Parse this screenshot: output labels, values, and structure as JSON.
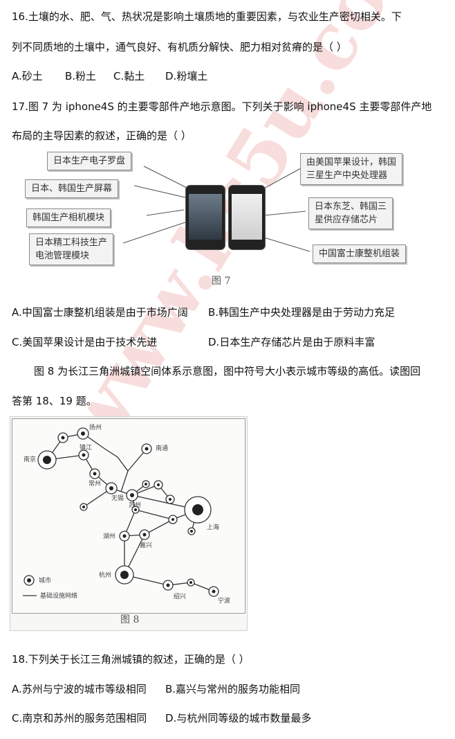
{
  "q16": {
    "line1": "16.土壤的水、肥、气、热状况是影响土壤质地的重要因素，与农业生产密切相关。下",
    "line2": "列不同质地的土壤中，通气良好、有机质分解快、肥力相对贫瘠的是（  ）",
    "options": [
      "A.砂土",
      "B.粉土",
      "C.黏土",
      "D.粉壤土"
    ]
  },
  "q17": {
    "line1": "17.图 7 为 iphone4S 的主要零部件产地示意图。下列关于影响 iphone4S 主要零部件产地",
    "line2": "布局的主导因素的叙述，正确的是（  ）",
    "options": [
      "A.中国富士康整机组装是由于市场广阔",
      "B.韩国生产中央处理器是由于劳动力充足",
      "C.美国苹果设计是由于技术先进",
      "D.日本生产存储芯片是由于原料丰富"
    ]
  },
  "figure7": {
    "left_labels": [
      "日本生产电子罗盘",
      "日本、韩国生产屏幕",
      "韩国生产相机模块",
      "日本精工科技生产",
      "电池管理模块"
    ],
    "right_labels": [
      "由美国苹果设计，韩国",
      "三星生产中央处理器",
      "日本东芝、韩国三",
      "星供应存储芯片",
      "中国富士康整机组装"
    ],
    "caption": "图 7"
  },
  "intro18": {
    "line1": "图 8 为长江三角洲城镇空间体系示意图，图中符号大小表示城市等级的高低。读图回",
    "line2": "答第 18、19 题。"
  },
  "figure8": {
    "cities": [
      "扬州",
      "南通",
      "镇江",
      "南京",
      "常州",
      "无锡",
      "苏州",
      "上海",
      "湖州",
      "嘉兴",
      "杭州",
      "绍兴",
      "宁波"
    ],
    "legend_city": "城市",
    "legend_network": "基础设施网络",
    "caption": "图 8"
  },
  "q18": {
    "line1": "18.下列关于长江三角洲城镇的叙述，正确的是（  ）",
    "options": [
      "A.苏州与宁波的城市等级相同",
      "B.嘉兴与常州的服务功能相同",
      "C.南京和苏州的服务范围相同",
      "D.与杭州同等级的城市数量最多"
    ]
  }
}
